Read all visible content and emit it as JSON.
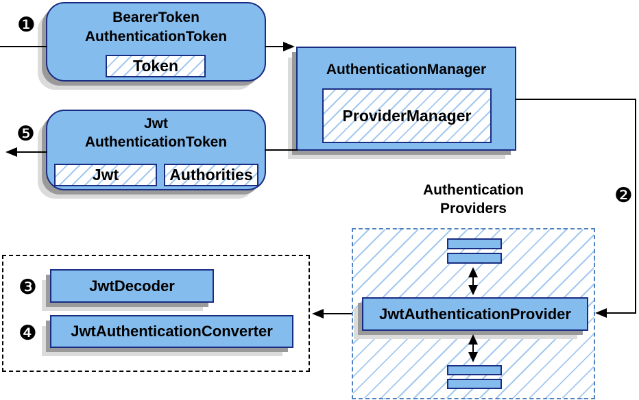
{
  "steps": {
    "s1": "❶",
    "s2": "❷",
    "s3": "❸",
    "s4": "❹",
    "s5": "❺"
  },
  "nodes": {
    "bearer_token": {
      "title_line1": "BearerToken",
      "title_line2": "AuthenticationToken",
      "token_label": "Token"
    },
    "authentication_manager": {
      "title": "AuthenticationManager",
      "provider_manager_label": "ProviderManager"
    },
    "jwt_authentication_token": {
      "title_line1": "Jwt",
      "title_line2": "AuthenticationToken",
      "jwt_label": "Jwt",
      "authorities_label": "Authorities"
    },
    "authentication_providers": {
      "heading_line1": "Authentication",
      "heading_line2": "Providers",
      "provider_label": "JwtAuthenticationProvider"
    },
    "decoder_group": {
      "jwt_decoder_label": "JwtDecoder",
      "jwt_authentication_converter_label": "JwtAuthenticationConverter"
    }
  },
  "colors": {
    "node_fill": "#85BCEE",
    "node_border": "#182C82",
    "hatch_line": "#A3C8F0",
    "providers_dash_border": "#4E81BE",
    "group_dash_border": "#000000",
    "shadow_dark": "#9A9A9A",
    "shadow_light": "#DBDBDB",
    "arrow": "#000000",
    "background": "#FFFFFF"
  }
}
